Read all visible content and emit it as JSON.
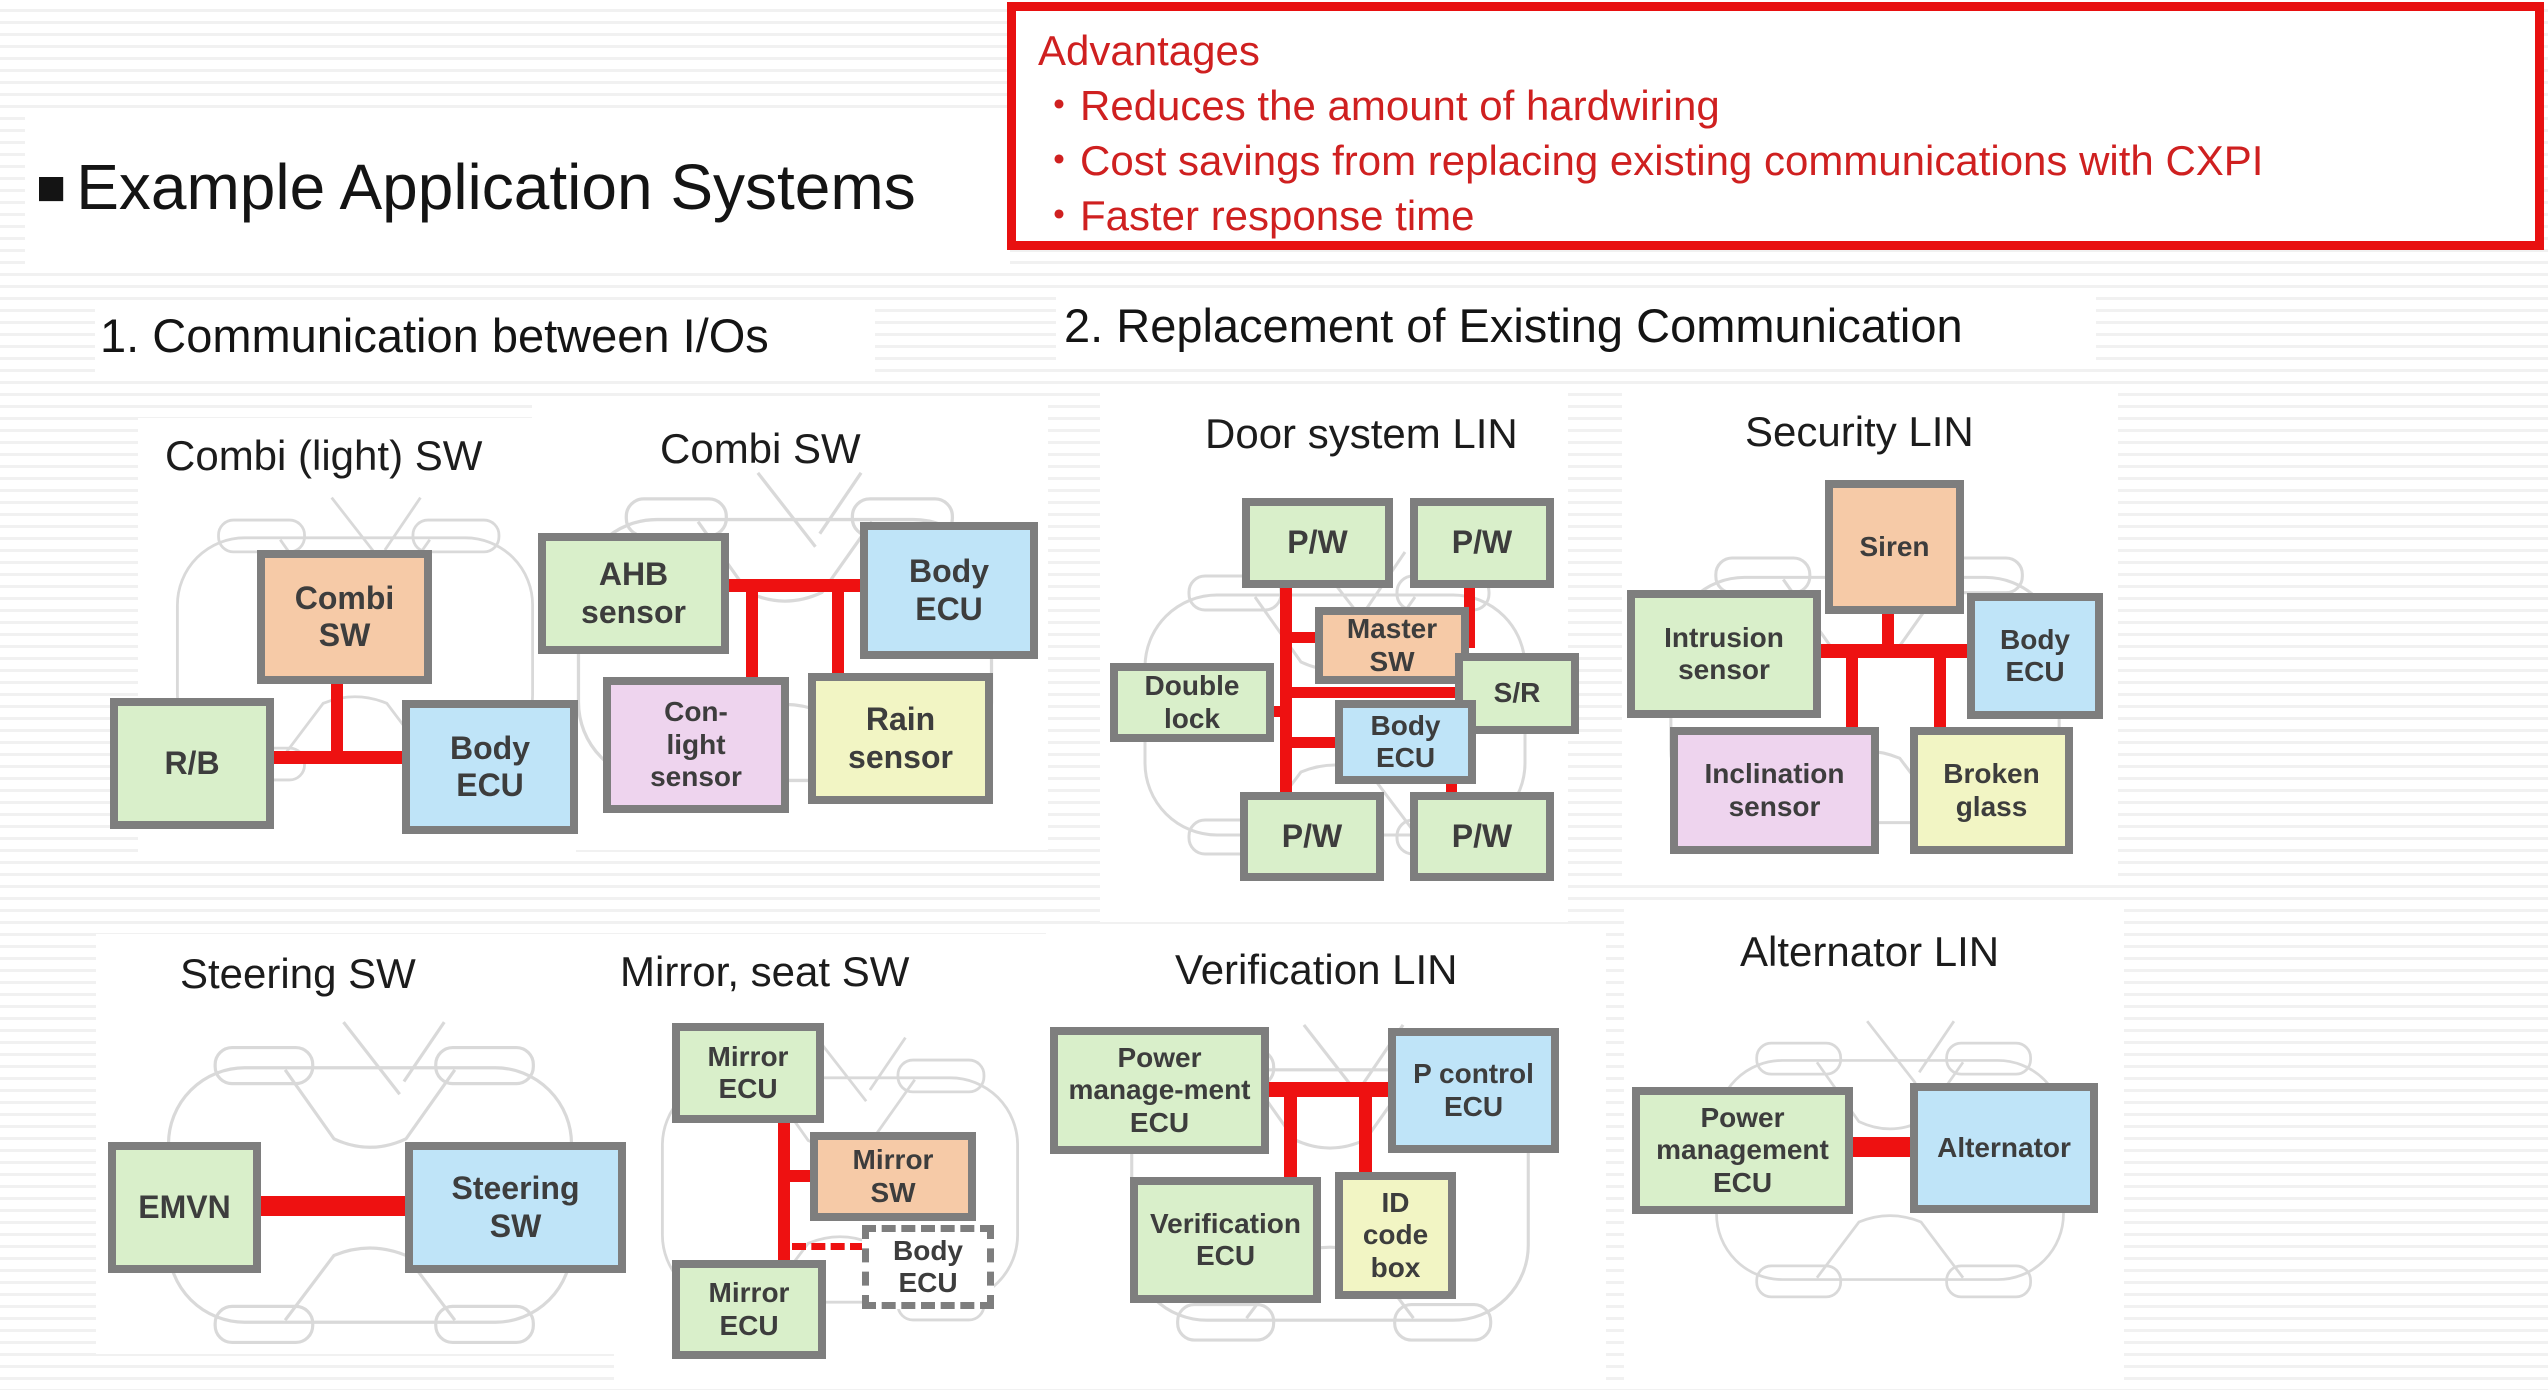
{
  "title": {
    "bullet": "■",
    "text": "Example Application Systems"
  },
  "advantages": {
    "title": "Advantages",
    "items": [
      "・Reduces the amount of hardwiring",
      "・Cost savings from replacing existing communications with CXPI",
      "・Faster response time"
    ]
  },
  "sections": {
    "one": "1. Communication between I/Os",
    "two": "2. Replacement of Existing Communication"
  },
  "colors": {
    "node_green": "#d9efca",
    "node_blue": "#bfe4f8",
    "node_orange": "#f6caa7",
    "node_pink": "#eed4ee",
    "node_yellow": "#f2f5c4",
    "node_border": "#7e7e7e",
    "bus_red": "#ee1111",
    "advantages_red": "#cf2020",
    "advantages_border": "#e81010",
    "label_text": "#3d3d3d"
  },
  "diagrams": {
    "combi_light": {
      "title": "Combi (light) SW",
      "nodes": {
        "combi_sw": "Combi\nSW",
        "rb": "R/B",
        "body_ecu": "Body\nECU"
      }
    },
    "combi_sw": {
      "title": "Combi SW",
      "nodes": {
        "ahb": "AHB\nsensor",
        "body_ecu": "Body\nECU",
        "con_light": "Con-\nlight\nsensor",
        "rain": "Rain\nsensor"
      }
    },
    "door": {
      "title": "Door system LIN",
      "nodes": {
        "pw_tl": "P/W",
        "pw_tr": "P/W",
        "master": "Master\nSW",
        "sr": "S/R",
        "double_lock": "Double\nlock",
        "body_ecu": "Body\nECU",
        "pw_bl": "P/W",
        "pw_br": "P/W"
      }
    },
    "security": {
      "title": "Security LIN",
      "nodes": {
        "siren": "Siren",
        "intrusion": "Intrusion\nsensor",
        "body_ecu": "Body\nECU",
        "inclination": "Inclination\nsensor",
        "broken": "Broken\nglass"
      }
    },
    "steering": {
      "title": "Steering SW",
      "nodes": {
        "emvn": "EMVN",
        "steering_sw": "Steering\nSW"
      }
    },
    "mirror": {
      "title": "Mirror, seat SW",
      "nodes": {
        "mirror_ecu_top": "Mirror\nECU",
        "mirror_sw": "Mirror\nSW",
        "body_ecu": "Body\nECU",
        "mirror_ecu_bottom": "Mirror\nECU"
      }
    },
    "verification": {
      "title": "Verification LIN",
      "nodes": {
        "power_mgmt": "Power\nmanage-ment\nECU",
        "p_control": "P control\nECU",
        "verification": "Verification\nECU",
        "id_code": "ID\ncode\nbox"
      }
    },
    "alternator": {
      "title": "Alternator LIN",
      "nodes": {
        "power_mgmt": "Power\nmanagement\nECU",
        "alternator": "Alternator"
      }
    }
  }
}
